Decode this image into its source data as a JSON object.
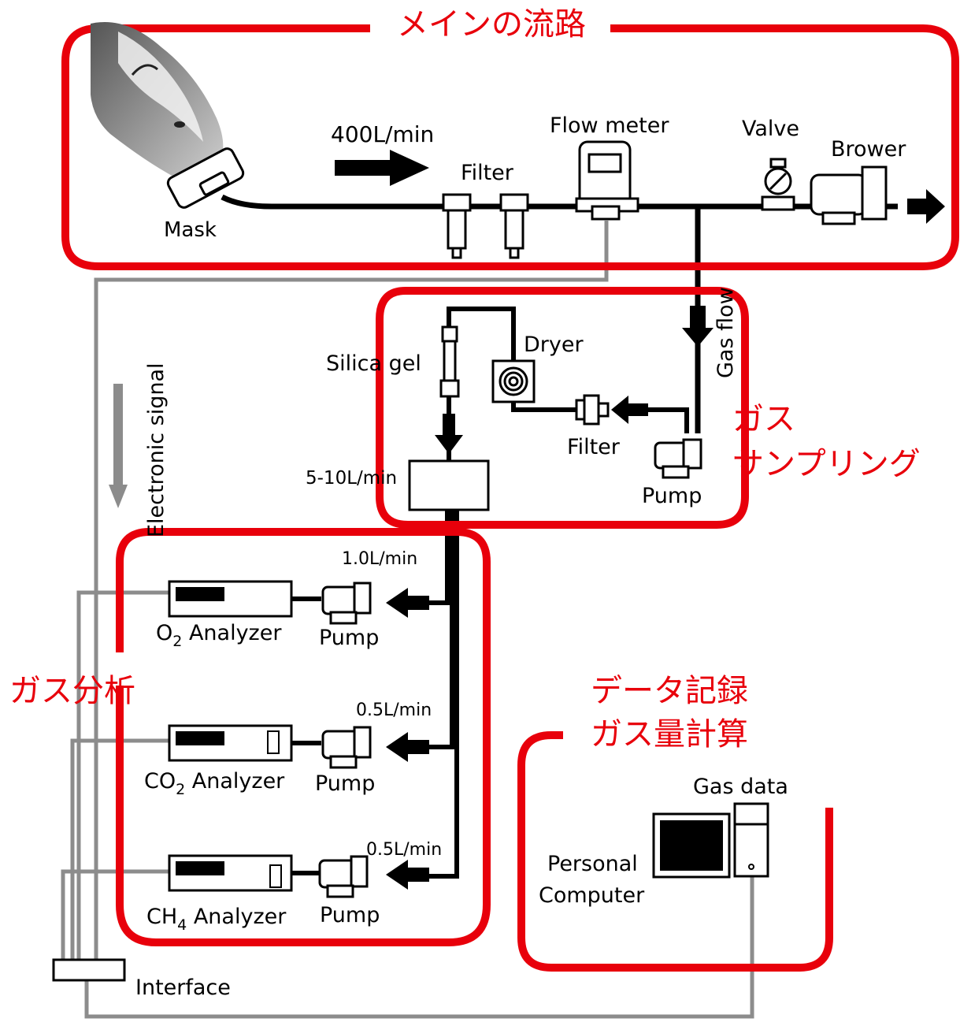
{
  "sections": {
    "main_flow": "メインの流路",
    "gas_sampling_line1": "ガス",
    "gas_sampling_line2": "サンプリング",
    "gas_analysis": "ガス分析",
    "data_line1": "データ記録",
    "data_line2": "ガス量計算"
  },
  "main_line": {
    "flow_rate": "400L/min",
    "mask": "Mask",
    "filter": "Filter",
    "flow_meter": "Flow meter",
    "valve": "Valve",
    "blower": "Brower"
  },
  "sampling": {
    "gas_flow": "Gas flow",
    "silica_gel": "Silica gel",
    "dryer": "Dryer",
    "filter": "Filter",
    "pump": "Pump",
    "flow_rate": "5-10L/min"
  },
  "electronic_signal": "Electronic signal",
  "analyzers": [
    {
      "prefix": "O",
      "sub": "2",
      "suffix": " Analyzer",
      "pump": "Pump",
      "rate": "1.0L/min"
    },
    {
      "prefix": "CO",
      "sub": "2",
      "suffix": " Analyzer",
      "pump": "Pump",
      "rate": "0.5L/min"
    },
    {
      "prefix": "CH",
      "sub": "4",
      "suffix": " Analyzer",
      "pump": "Pump",
      "rate": "0.5L/min"
    }
  ],
  "computer": {
    "gas_data": "Gas data",
    "name_line1": "Personal",
    "name_line2": "Computer"
  },
  "interface": "Interface",
  "colors": {
    "group_outline": "#e8000b",
    "signal_wire": "#8c8c8c",
    "gas_pipe": "#000000"
  }
}
